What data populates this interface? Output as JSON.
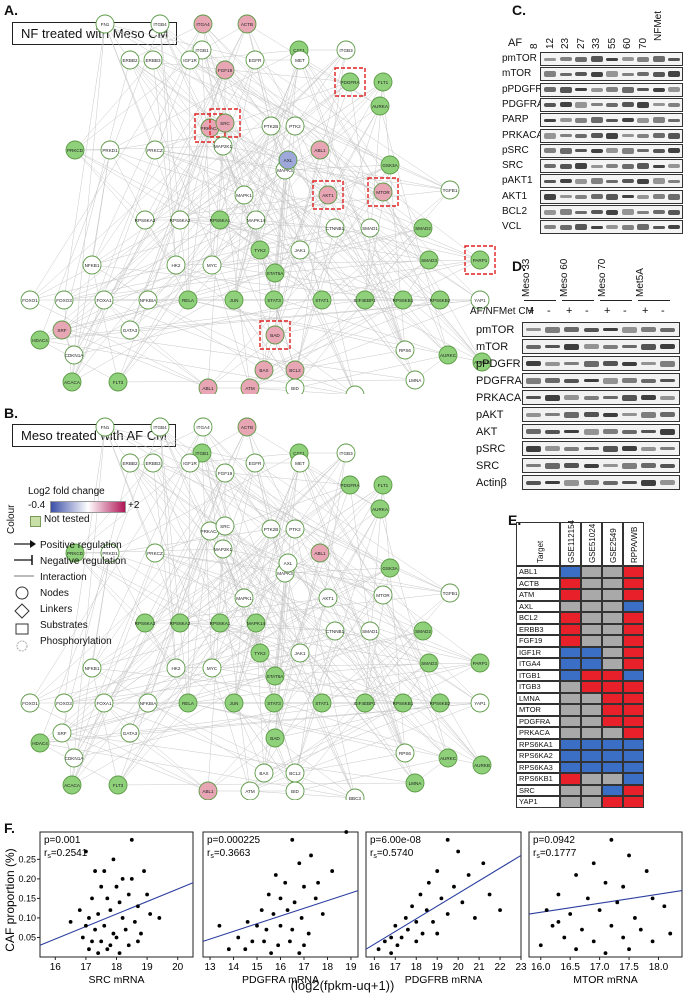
{
  "panels": {
    "a": {
      "letter": "A.",
      "title": "NF treated with Meso CM"
    },
    "b": {
      "letter": "B.",
      "title": "Meso treated with AF CM"
    },
    "c": {
      "letter": "C."
    },
    "d": {
      "letter": "D."
    },
    "e": {
      "letter": "E."
    },
    "f": {
      "letter": "F."
    }
  },
  "network_nodes": [
    "FN1",
    "ITGB4",
    "ITGA4",
    "ACTB",
    "FGF19",
    "ITGB1",
    "CSF1",
    "ITGB3",
    "ERBB2",
    "ERBB3",
    "IGF1R",
    "EGFR",
    "MET",
    "PDGFRA",
    "FLT1",
    "PRKACA",
    "SRC",
    "PTK2B",
    "PTK2",
    "AURKA",
    "PRKCD",
    "PRKD1",
    "PRKCZ",
    "MAP2K1",
    "MAPK3",
    "ABL1",
    "AXL",
    "GSK3A",
    "MAPK1",
    "AKT1",
    "MTOR",
    "TGFB1",
    "RPS6KA3",
    "RPS6KA2",
    "RPS6KA1",
    "MAPK14",
    "CTNNB1",
    "SMAD1",
    "SMAD2",
    "NFKB1",
    "HK2",
    "MYC",
    "TYK2",
    "JAK1",
    "STAT5A",
    "SMAD3",
    "PARP1",
    "FOXO1",
    "FOXO3",
    "FOXA1",
    "NFKBIA",
    "RELA",
    "JUN",
    "STAT3",
    "STAT1",
    "EIF4EBP1",
    "RPS6KB1",
    "RPS6KB2",
    "YAP1",
    "HDAC4",
    "SRF",
    "GATA3",
    "CDKN1A",
    "BAD",
    "RPS6",
    "ACACA",
    "FLT3",
    "BAX",
    "BCL2",
    "ABL1",
    "ATM",
    "BID",
    "BBC3",
    "LMNA",
    "AURKC",
    "AURKB"
  ],
  "network_legend": {
    "colour_label": "Colour",
    "fold_title": "Log2 fold change",
    "fold_min": "-0.4",
    "fold_max": "+2",
    "not_tested": "Not tested",
    "items": [
      "Positive regulation",
      "Negative regulation",
      "Interaction",
      "Nodes",
      "Linkers",
      "Substrates",
      "Phosphorylation"
    ]
  },
  "panel_c": {
    "header": "AF",
    "lanes": [
      "8",
      "12",
      "23",
      "27",
      "33",
      "55",
      "60",
      "70",
      "NFMet"
    ],
    "rows": [
      "pmTOR",
      "mTOR",
      "pPDGFR",
      "PDGFRA",
      "PARP",
      "PRKACA",
      "pSRC",
      "SRC",
      "pAKT1",
      "AKT1",
      "BCL2",
      "VCL"
    ]
  },
  "panel_d": {
    "groups": [
      "Meso 33",
      "Meso 60",
      "Meso 70",
      "Met5A"
    ],
    "condition_label": "AF/NFMet CM",
    "signs": [
      "+",
      "-",
      "+",
      "-",
      "+",
      "-",
      "+",
      "-"
    ],
    "rows": [
      "pmTOR",
      "mTOR",
      "pPDGFR",
      "PDGFRA",
      "PRKACA",
      "pAKT",
      "AKT",
      "pSRC",
      "SRC",
      "Actinβ"
    ]
  },
  "panel_e": {
    "columns": [
      "Target",
      "GSE112154",
      "GSE51024",
      "GSE2549",
      "RPPA/WB"
    ],
    "colors": {
      "r": "#e8202a",
      "b": "#3b6fc6",
      "g": "#a9a9a9"
    },
    "rows": [
      {
        "target": "ABL1",
        "cells": [
          "b",
          "g",
          "g",
          "r"
        ]
      },
      {
        "target": "ACTB",
        "cells": [
          "r",
          "g",
          "g",
          "r"
        ]
      },
      {
        "target": "ATM",
        "cells": [
          "r",
          "g",
          "g",
          "r"
        ]
      },
      {
        "target": "AXL",
        "cells": [
          "g",
          "g",
          "g",
          "b"
        ]
      },
      {
        "target": "BCL2",
        "cells": [
          "r",
          "g",
          "g",
          "r"
        ]
      },
      {
        "target": "ERBB3",
        "cells": [
          "r",
          "g",
          "g",
          "r"
        ]
      },
      {
        "target": "FGF19",
        "cells": [
          "r",
          "g",
          "g",
          "r"
        ]
      },
      {
        "target": "IGF1R",
        "cells": [
          "b",
          "b",
          "g",
          "r"
        ]
      },
      {
        "target": "ITGA4",
        "cells": [
          "b",
          "b",
          "g",
          "r"
        ]
      },
      {
        "target": "ITGB1",
        "cells": [
          "b",
          "r",
          "r",
          "b"
        ]
      },
      {
        "target": "ITGB3",
        "cells": [
          "g",
          "r",
          "r",
          "r"
        ]
      },
      {
        "target": "LMNA",
        "cells": [
          "g",
          "g",
          "r",
          "r"
        ]
      },
      {
        "target": "MTOR",
        "cells": [
          "g",
          "g",
          "r",
          "r"
        ]
      },
      {
        "target": "PDGFRA",
        "cells": [
          "g",
          "g",
          "r",
          "r"
        ]
      },
      {
        "target": "PRKACA",
        "cells": [
          "g",
          "g",
          "g",
          "r"
        ]
      },
      {
        "target": "RPS6KA1",
        "cells": [
          "b",
          "b",
          "b",
          "b"
        ]
      },
      {
        "target": "RPS6KA2",
        "cells": [
          "b",
          "b",
          "b",
          "b"
        ]
      },
      {
        "target": "RPS6KA3",
        "cells": [
          "b",
          "b",
          "b",
          "b"
        ]
      },
      {
        "target": "RPS6KB1",
        "cells": [
          "r",
          "g",
          "g",
          "b"
        ]
      },
      {
        "target": "SRC",
        "cells": [
          "g",
          "g",
          "b",
          "r"
        ]
      },
      {
        "target": "YAP1",
        "cells": [
          "g",
          "g",
          "r",
          "r"
        ]
      }
    ]
  },
  "chart_data": [
    {
      "type": "scatter",
      "xlabel": "SRC mRNA",
      "ylabel": "CAF proportion (%)",
      "p": "p=0.001",
      "rs_label": "r",
      "rs_sub": "s",
      "rs_value": "=0.2541",
      "xticks": [
        "16",
        "17",
        "18",
        "19",
        "20"
      ],
      "yticks": [
        "0.05",
        "0.10",
        "0.15",
        "0.20",
        "0.25"
      ],
      "xlim": [
        15.5,
        20.5
      ],
      "ylim": [
        0.0,
        0.32
      ],
      "fit": [
        [
          15.5,
          0.03
        ],
        [
          20.5,
          0.19
        ]
      ],
      "points": [
        [
          17.0,
          0.27
        ],
        [
          17.3,
          0.22
        ],
        [
          17.6,
          0.22
        ],
        [
          17.9,
          0.25
        ],
        [
          18.2,
          0.2
        ],
        [
          17.5,
          0.18
        ],
        [
          18.0,
          0.18
        ],
        [
          18.5,
          0.2
        ],
        [
          18.9,
          0.22
        ],
        [
          17.2,
          0.15
        ],
        [
          17.7,
          0.15
        ],
        [
          18.1,
          0.14
        ],
        [
          18.4,
          0.16
        ],
        [
          18.7,
          0.13
        ],
        [
          19.0,
          0.16
        ],
        [
          16.8,
          0.12
        ],
        [
          17.1,
          0.1
        ],
        [
          17.4,
          0.11
        ],
        [
          17.8,
          0.12
        ],
        [
          18.2,
          0.1
        ],
        [
          18.6,
          0.09
        ],
        [
          19.1,
          0.11
        ],
        [
          17.0,
          0.08
        ],
        [
          17.3,
          0.07
        ],
        [
          17.6,
          0.08
        ],
        [
          17.9,
          0.06
        ],
        [
          18.3,
          0.07
        ],
        [
          18.8,
          0.06
        ],
        [
          16.9,
          0.05
        ],
        [
          17.2,
          0.04
        ],
        [
          17.5,
          0.04
        ],
        [
          17.8,
          0.03
        ],
        [
          18.0,
          0.05
        ],
        [
          18.4,
          0.03
        ],
        [
          18.7,
          0.04
        ],
        [
          17.1,
          0.02
        ],
        [
          17.4,
          0.01
        ],
        [
          17.7,
          0.02
        ],
        [
          18.1,
          0.01
        ],
        [
          19.4,
          0.1
        ],
        [
          16.5,
          0.09
        ],
        [
          18.5,
          0.3
        ]
      ]
    },
    {
      "type": "scatter",
      "xlabel": "PDGFRA mRNA",
      "ylabel": "",
      "p": "p=0.000225",
      "rs_label": "r",
      "rs_sub": "s",
      "rs_value": "=0.3663",
      "xticks": [
        "13",
        "14",
        "15",
        "16",
        "17",
        "18",
        "19"
      ],
      "yticks": [],
      "xlim": [
        12.7,
        19.3
      ],
      "ylim": [
        0.0,
        0.32
      ],
      "fit": [
        [
          12.7,
          0.04
        ],
        [
          19.3,
          0.17
        ]
      ],
      "points": [
        [
          16.5,
          0.3
        ],
        [
          17.3,
          0.26
        ],
        [
          16.8,
          0.24
        ],
        [
          18.2,
          0.22
        ],
        [
          15.8,
          0.21
        ],
        [
          16.2,
          0.19
        ],
        [
          17.0,
          0.18
        ],
        [
          15.5,
          0.16
        ],
        [
          16.0,
          0.15
        ],
        [
          16.6,
          0.14
        ],
        [
          17.5,
          0.15
        ],
        [
          15.2,
          0.12
        ],
        [
          15.7,
          0.11
        ],
        [
          16.3,
          0.12
        ],
        [
          16.9,
          0.1
        ],
        [
          17.8,
          0.11
        ],
        [
          14.6,
          0.09
        ],
        [
          15.0,
          0.08
        ],
        [
          15.4,
          0.07
        ],
        [
          16.0,
          0.08
        ],
        [
          16.5,
          0.07
        ],
        [
          17.2,
          0.06
        ],
        [
          14.2,
          0.05
        ],
        [
          14.8,
          0.04
        ],
        [
          15.3,
          0.04
        ],
        [
          15.9,
          0.03
        ],
        [
          16.4,
          0.04
        ],
        [
          17.0,
          0.03
        ],
        [
          13.8,
          0.02
        ],
        [
          14.5,
          0.02
        ],
        [
          15.6,
          0.01
        ],
        [
          16.8,
          0.01
        ],
        [
          18.8,
          0.32
        ],
        [
          13.4,
          0.08
        ],
        [
          17.6,
          0.19
        ]
      ]
    },
    {
      "type": "scatter",
      "xlabel": "PDGFRB mRNA",
      "ylabel": "",
      "p": "p=6.00e-08",
      "rs_label": "r",
      "rs_sub": "s",
      "rs_value": "=0.5740",
      "xticks": [
        "16",
        "17",
        "18",
        "19",
        "20",
        "21",
        "22",
        "23"
      ],
      "yticks": [],
      "xlim": [
        15.6,
        23.0
      ],
      "ylim": [
        0.0,
        0.32
      ],
      "fit": [
        [
          15.6,
          0.02
        ],
        [
          23.0,
          0.26
        ]
      ],
      "points": [
        [
          19.5,
          0.3
        ],
        [
          20.0,
          0.27
        ],
        [
          21.2,
          0.24
        ],
        [
          19.0,
          0.22
        ],
        [
          20.5,
          0.21
        ],
        [
          18.6,
          0.19
        ],
        [
          19.8,
          0.18
        ],
        [
          18.2,
          0.16
        ],
        [
          19.2,
          0.15
        ],
        [
          20.2,
          0.14
        ],
        [
          17.8,
          0.13
        ],
        [
          18.5,
          0.12
        ],
        [
          19.5,
          0.11
        ],
        [
          17.5,
          0.1
        ],
        [
          18.0,
          0.09
        ],
        [
          18.8,
          0.09
        ],
        [
          17.0,
          0.08
        ],
        [
          17.6,
          0.07
        ],
        [
          18.3,
          0.06
        ],
        [
          16.8,
          0.05
        ],
        [
          17.3,
          0.05
        ],
        [
          18.0,
          0.04
        ],
        [
          16.5,
          0.04
        ],
        [
          17.1,
          0.03
        ],
        [
          16.2,
          0.02
        ],
        [
          16.8,
          0.01
        ],
        [
          20.8,
          0.1
        ],
        [
          21.5,
          0.16
        ],
        [
          22.0,
          0.12
        ],
        [
          19.0,
          0.06
        ]
      ]
    },
    {
      "type": "scatter",
      "xlabel": "MTOR mRNA",
      "ylabel": "",
      "p": "p=0.0942",
      "rs_label": "r",
      "rs_sub": "s",
      "rs_value": "=0.1777",
      "xticks": [
        "16.0",
        "16.5",
        "17.0",
        "17.5",
        "18.0"
      ],
      "yticks": [],
      "xlim": [
        15.8,
        18.4
      ],
      "ylim": [
        0.0,
        0.32
      ],
      "fit": [
        [
          15.8,
          0.11
        ],
        [
          18.4,
          0.17
        ]
      ],
      "points": [
        [
          17.2,
          0.3
        ],
        [
          17.5,
          0.26
        ],
        [
          16.9,
          0.24
        ],
        [
          17.8,
          0.22
        ],
        [
          16.6,
          0.21
        ],
        [
          17.1,
          0.19
        ],
        [
          17.4,
          0.18
        ],
        [
          16.3,
          0.16
        ],
        [
          16.8,
          0.15
        ],
        [
          17.3,
          0.14
        ],
        [
          17.9,
          0.15
        ],
        [
          16.1,
          0.12
        ],
        [
          16.5,
          0.11
        ],
        [
          17.0,
          0.12
        ],
        [
          17.6,
          0.1
        ],
        [
          18.1,
          0.13
        ],
        [
          16.2,
          0.08
        ],
        [
          16.7,
          0.07
        ],
        [
          17.2,
          0.08
        ],
        [
          17.7,
          0.07
        ],
        [
          16.4,
          0.05
        ],
        [
          16.9,
          0.04
        ],
        [
          17.4,
          0.05
        ],
        [
          17.9,
          0.04
        ],
        [
          16.0,
          0.03
        ],
        [
          16.6,
          0.02
        ],
        [
          17.1,
          0.01
        ],
        [
          18.2,
          0.06
        ],
        [
          16.3,
          0.09
        ],
        [
          17.5,
          0.02
        ]
      ]
    }
  ],
  "panel_f_shared_xlabel": "(log2(fpkm-uq+1))"
}
